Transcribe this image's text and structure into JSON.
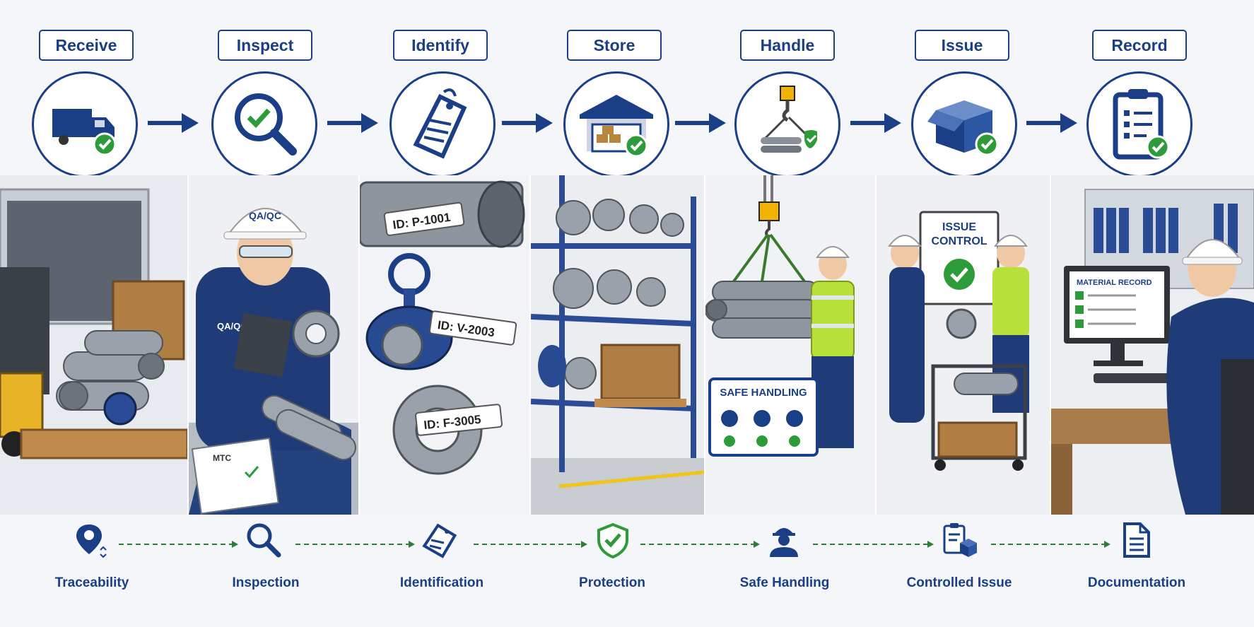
{
  "stages": [
    {
      "label": "Receive",
      "icon": "truck-icon"
    },
    {
      "label": "Inspect",
      "icon": "magnifier-check-icon"
    },
    {
      "label": "Identify",
      "icon": "tag-icon"
    },
    {
      "label": "Store",
      "icon": "warehouse-icon"
    },
    {
      "label": "Handle",
      "icon": "crane-hook-icon"
    },
    {
      "label": "Issue",
      "icon": "open-box-icon"
    },
    {
      "label": "Record",
      "icon": "clipboard-icon"
    }
  ],
  "scene": {
    "inspector_helmet": "QA/QC",
    "inspector_badge": "QA/QC",
    "mtc_doc": "MTC",
    "tag_pipe": "ID: P-1001",
    "tag_valve": "ID: V-2003",
    "tag_flange": "ID: F-3005",
    "safe_sign": "SAFE HANDLING",
    "issue_sign_line1": "ISSUE",
    "issue_sign_line2": "CONTROL",
    "screen_title": "MATERIAL RECORD"
  },
  "principles": [
    {
      "label": "Traceability",
      "icon": "location-pin-icon"
    },
    {
      "label": "Inspection",
      "icon": "search-icon"
    },
    {
      "label": "Identification",
      "icon": "tag-icon"
    },
    {
      "label": "Protection",
      "icon": "shield-check-icon"
    },
    {
      "label": "Safe Handling",
      "icon": "worker-icon"
    },
    {
      "label": "Controlled Issue",
      "icon": "clipboard-box-icon"
    },
    {
      "label": "Documentation",
      "icon": "document-icon"
    }
  ],
  "colors": {
    "navy": "#1b3f86",
    "green": "#2e9b3a",
    "safety_vest": "#b7e03b"
  }
}
